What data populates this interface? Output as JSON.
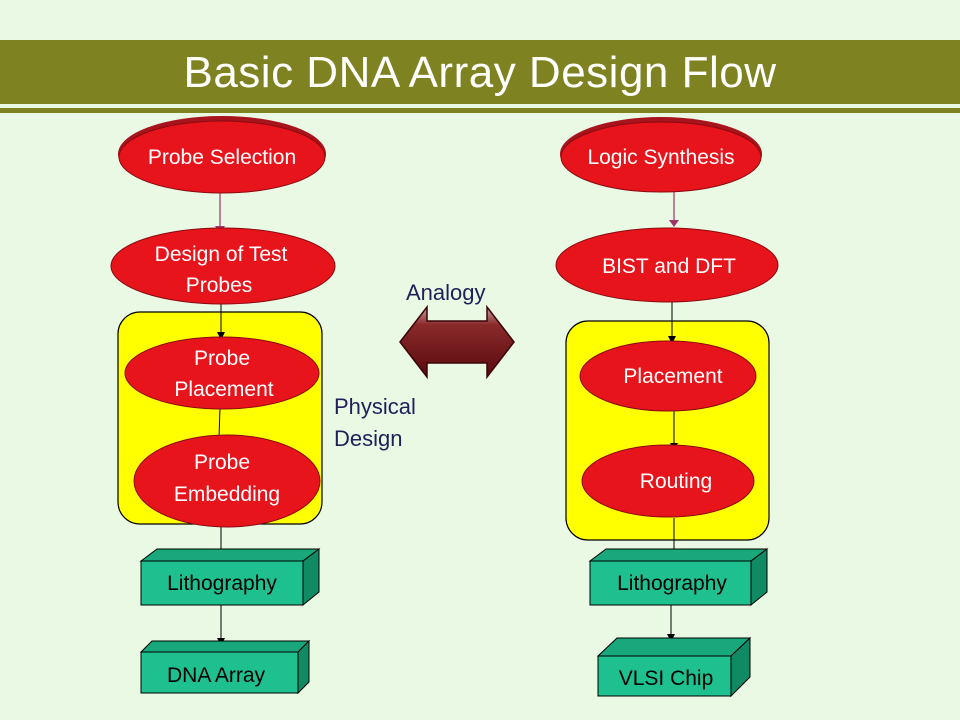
{
  "title": "Basic DNA Array Design Flow",
  "colors": {
    "title_bar": "#7f8220",
    "background": "#eaf9e4",
    "ellipse_fill": "#e8141c",
    "panel_fill": "#ffff00",
    "box_fill": "#1fc08f",
    "arrow_fill": "#6b0f12"
  },
  "left_flow": {
    "probe_selection": "Probe Selection",
    "design_test_probes_line1": "Design of Test",
    "design_test_probes_line2": "Probes",
    "probe_placement_line1": "Probe",
    "probe_placement_line2": "Placement",
    "probe_embedding_line1": "Probe",
    "probe_embedding_line2": "Embedding",
    "lithography": "Lithography",
    "dna_array": "DNA Array"
  },
  "right_flow": {
    "logic_synthesis": "Logic Synthesis",
    "bist_dft": "BIST and DFT",
    "placement": "Placement",
    "routing": "Routing",
    "lithography": "Lithography",
    "vlsi_chip": "VLSI Chip"
  },
  "middle": {
    "analogy": "Analogy",
    "physical_design_line1": "Physical",
    "physical_design_line2": "Design"
  }
}
